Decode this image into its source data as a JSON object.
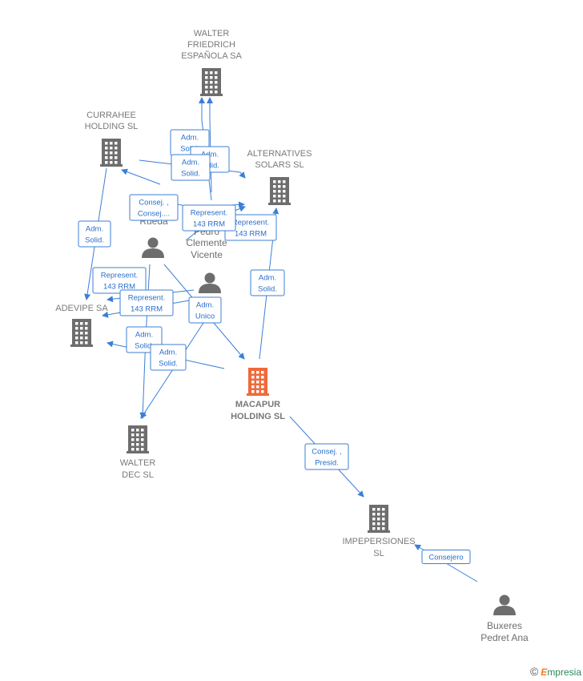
{
  "colors": {
    "edge": "#3b7fd6",
    "building": "#6d6d6d",
    "building_main": "#ef6a3a",
    "person": "#6d6d6d"
  },
  "companies": [
    {
      "id": "walter-friedrich",
      "lines": [
        "WALTER",
        "FRIEDRICH",
        "ESPAÑOLA SA"
      ],
      "main": false
    },
    {
      "id": "currahee",
      "lines": [
        "CURRAHEE",
        "HOLDING  SL"
      ],
      "main": false
    },
    {
      "id": "alternatives",
      "lines": [
        "ALTERNATIVES",
        "SOLARS  SL"
      ],
      "main": false
    },
    {
      "id": "adevipe",
      "lines": [
        "ADEVIPE SA"
      ],
      "main": false
    },
    {
      "id": "macapur",
      "lines": [
        "MACAPUR",
        "HOLDING  SL"
      ],
      "main": true
    },
    {
      "id": "walter-dec",
      "lines": [
        "WALTER",
        "DEC  SL"
      ],
      "main": false
    },
    {
      "id": "impepersiones",
      "lines": [
        "IMPEPERSIONES",
        "SL"
      ],
      "main": false
    }
  ],
  "people": [
    {
      "id": "person-a",
      "lines": [
        "Rueda"
      ]
    },
    {
      "id": "person-b",
      "lines": [
        "Pedro",
        "Clemente",
        "Vicente"
      ]
    },
    {
      "id": "person-c",
      "lines": []
    },
    {
      "id": "buxeres",
      "lines": [
        "Buxeres",
        "Pedret Ana"
      ]
    }
  ],
  "relations": [
    {
      "id": "r1",
      "lines": [
        "Adm.",
        "Solid."
      ]
    },
    {
      "id": "r2",
      "lines": [
        "Adm.",
        "Solid."
      ]
    },
    {
      "id": "r3",
      "lines": [
        "Adm.",
        "Solid."
      ]
    },
    {
      "id": "r4",
      "lines": [
        "Consej. ,",
        "Consej...."
      ]
    },
    {
      "id": "r5",
      "lines": [
        "Represent.",
        "143 RRM"
      ]
    },
    {
      "id": "r6",
      "lines": [
        "Represent.",
        "143 RRM"
      ]
    },
    {
      "id": "r7",
      "lines": [
        "Adm.",
        "Solid."
      ]
    },
    {
      "id": "r8",
      "lines": [
        "Represent.",
        "143 RRM"
      ]
    },
    {
      "id": "r9",
      "lines": [
        "Represent.",
        "143 RRM"
      ]
    },
    {
      "id": "r10",
      "lines": [
        "Adm.",
        "Solid."
      ]
    },
    {
      "id": "r11",
      "lines": [
        "Adm.",
        "Unico"
      ]
    },
    {
      "id": "r12",
      "lines": [
        "Adm.",
        "Solid."
      ]
    },
    {
      "id": "r13",
      "lines": [
        "Adm.",
        "Solid."
      ]
    },
    {
      "id": "r14",
      "lines": [
        "Consej. ,",
        "Presid."
      ]
    },
    {
      "id": "r15",
      "lines": [
        "Consejero"
      ]
    }
  ],
  "footer": {
    "copyright": "©",
    "brand_e": "E",
    "brand_rest": "mpresia"
  }
}
